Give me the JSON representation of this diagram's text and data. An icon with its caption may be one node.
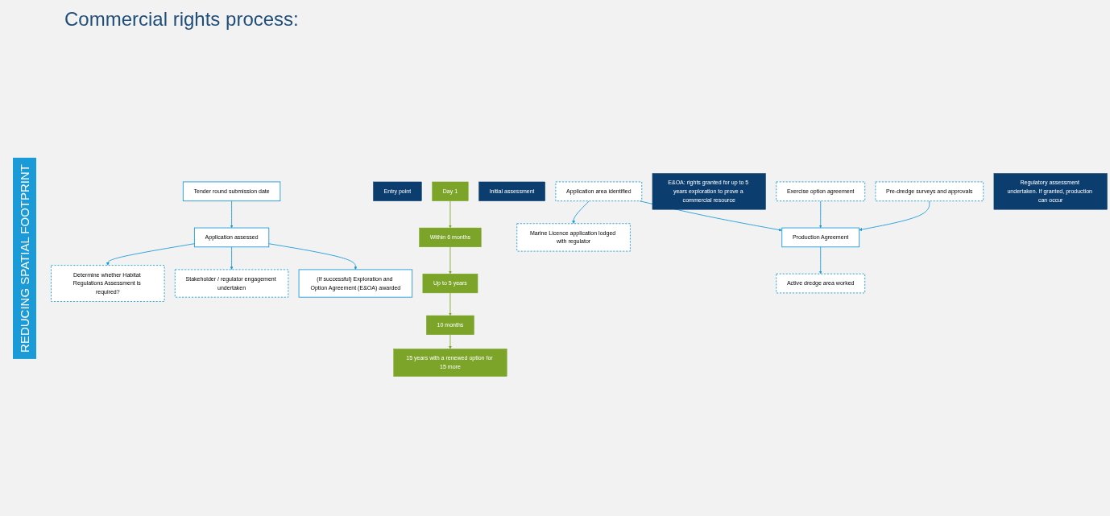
{
  "diagram": {
    "title": "Commercial rights process:",
    "nodes": [
      {
        "text": [
          "Tender round submission date"
        ]
      },
      {
        "text": [
          "Entry point"
        ]
      },
      {
        "text": [
          "Day 1"
        ]
      },
      {
        "text": [
          "Determine whether Habitat Regulations Assessment is required?"
        ]
      },
      {
        "text": [
          "Application assessed"
        ]
      },
      {
        "text": [
          "Stakeholder / regulator engagement undertaken"
        ]
      },
      {
        "text": [
          "Initial assessment"
        ]
      },
      {
        "text": [
          "Within 6 months"
        ]
      },
      {
        "text": [
          "(If successful) Exploration and Option Agreement (E&OA) awarded"
        ]
      },
      {
        "text": [
          "Marine Licence application lodged with regulator"
        ]
      },
      {
        "text": [
          "Application area identified"
        ]
      },
      {
        "text": [
          "E&OA: rights granted for up to 5 years exploration to prove a commercial resource"
        ]
      },
      {
        "text": [
          "Up to 5 years"
        ]
      },
      {
        "text": [
          "Exercise option agreement"
        ]
      },
      {
        "text": [
          "Production Agreement"
        ]
      },
      {
        "text": [
          "Pre-dredge surveys and approvals"
        ]
      },
      {
        "text": [
          "Regulatory assessment undertaken. If granted, production can occur"
        ]
      },
      {
        "text": [
          "10 months"
        ]
      },
      {
        "text": [
          "15 years with a renewed option for 15 more"
        ]
      },
      {
        "text": [
          "Active dredge area worked"
        ]
      }
    ],
    "edges": [
      {
        "from": 0,
        "to": 4,
        "arrow": "to"
      },
      {
        "from": 4,
        "to": 3,
        "arrow": "to"
      },
      {
        "from": 4,
        "to": 5,
        "arrow": "to"
      },
      {
        "from": 4,
        "to": 8,
        "arrow": "to"
      },
      {
        "from": 10,
        "to": 9,
        "arrow": "to"
      },
      {
        "from": 10,
        "to": 14,
        "arrow": "to"
      },
      {
        "from": 13,
        "to": 14,
        "arrow": "to"
      },
      {
        "from": 15,
        "to": 14,
        "arrow": "to"
      },
      {
        "from": 14,
        "to": 19,
        "arrow": "to"
      },
      {
        "from": 2,
        "to": 7,
        "arrow": "to",
        "color": "#7ba428"
      },
      {
        "from": 7,
        "to": 12,
        "arrow": "to",
        "color": "#7ba428"
      },
      {
        "from": 12,
        "to": 17,
        "arrow": "to",
        "color": "#7ba428"
      },
      {
        "from": 17,
        "to": 18,
        "arrow": "to",
        "color": "#7ba428"
      }
    ],
    "labels": [
      "REDUCING SPATIAL FOOTPRINT"
    ]
  }
}
